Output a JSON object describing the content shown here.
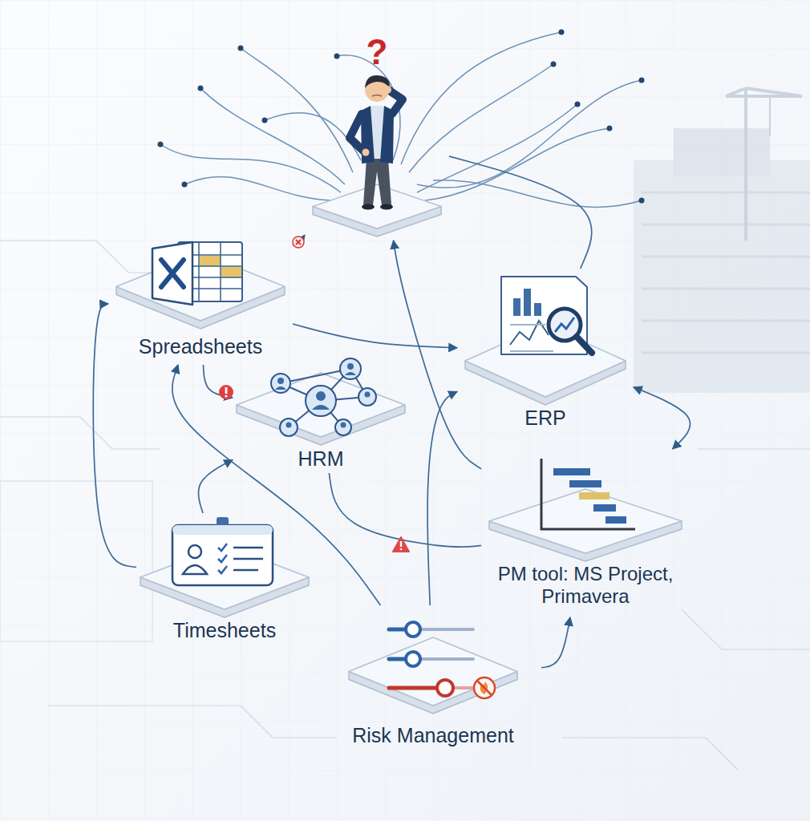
{
  "diagram": {
    "nodes": [
      {
        "text": [
          "?"
        ]
      },
      {
        "text": [
          "Spreadsheets"
        ]
      },
      {
        "text": [
          "ERP"
        ]
      },
      {
        "text": [
          "HRM"
        ]
      },
      {
        "text": [
          "Timesheets"
        ]
      },
      {
        "text": [
          "PM tool: MS Project, Primavera"
        ]
      },
      {
        "text": [
          "Risk Management"
        ]
      }
    ],
    "edges": [
      {
        "from": 1,
        "to": 0,
        "arrow": "to"
      },
      {
        "from": 1,
        "to": 3,
        "arrow": "to"
      },
      {
        "from": 1,
        "to": 2,
        "arrow": "to"
      },
      {
        "from": 4,
        "to": 1,
        "arrow": "to"
      },
      {
        "from": 4,
        "to": 3,
        "arrow": "to"
      },
      {
        "from": 3,
        "to": 5,
        "arrow": "none"
      },
      {
        "from": 6,
        "to": 5,
        "arrow": "to"
      },
      {
        "from": 6,
        "to": 2,
        "arrow": "to"
      },
      {
        "from": 2,
        "to": 5,
        "arrow": "both"
      },
      {
        "from": 5,
        "to": 0,
        "arrow": "to"
      },
      {
        "from": 2,
        "to": 0,
        "arrow": "none"
      },
      {
        "from": 6,
        "to": 1,
        "arrow": "to"
      }
    ]
  }
}
